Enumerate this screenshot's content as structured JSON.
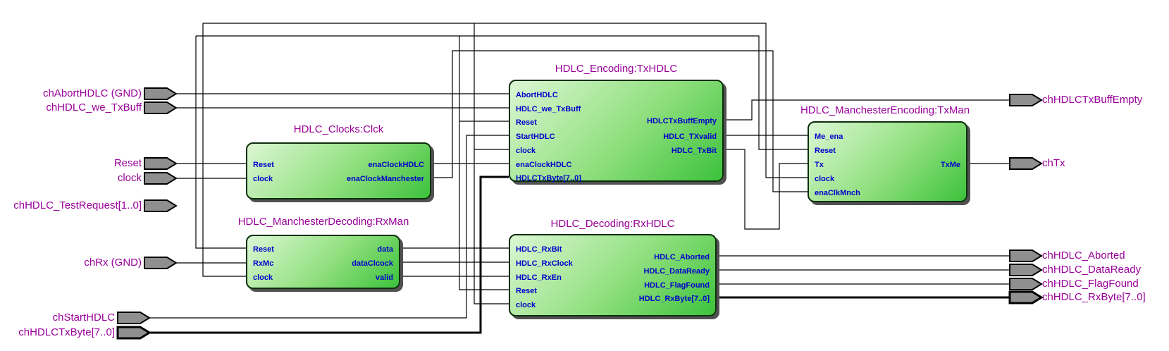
{
  "colors": {
    "background": "#ffffff",
    "pin_label": "#990099",
    "block_title": "#990099",
    "port_label": "#0000cc",
    "block_fill_light": "#dcf7d4",
    "block_fill_dark": "#3cc23c",
    "pin_fill": "#8f8f8f",
    "wire": "#000000"
  },
  "inputs": {
    "abort_hdlc": "chAbortHDLC (GND)",
    "we_txbuff": "chHDLC_we_TxBuff",
    "reset": "Reset",
    "clock": "clock",
    "test_request": "chHDLC_TestRequest[1..0]",
    "chrx": "chRx (GND)",
    "start_hdlc": "chStartHDLC",
    "txbyte": "chHDLCTxByte[7..0]"
  },
  "outputs": {
    "txbuff_empty": "chHDLCTxBuffEmpty",
    "chtx": "chTx",
    "aborted": "chHDLC_Aborted",
    "data_ready": "chHDLC_DataReady",
    "flag_found": "chHDLC_FlagFound",
    "rxbyte": "chHDLC_RxByte[7..0]"
  },
  "blocks": {
    "clck": {
      "title": "HDLC_Clocks:Clck",
      "inputs": [
        "Reset",
        "clock"
      ],
      "outputs": [
        "enaClockHDLC",
        "enaClockManchester"
      ]
    },
    "txhdlc": {
      "title": "HDLC_Encoding:TxHDLC",
      "inputs": [
        "AbortHDLC",
        "HDLC_we_TxBuff",
        "Reset",
        "StartHDLC",
        "clock",
        "enaClockHDLC",
        "HDLCTxByte[7..0]"
      ],
      "outputs": [
        "HDLCTxBuffEmpty",
        "HDLC_TXvalid",
        "HDLC_TxBit"
      ]
    },
    "rxman": {
      "title": "HDLC_ManchesterDecoding:RxMan",
      "inputs": [
        "Reset",
        "RxMc",
        "clock"
      ],
      "outputs": [
        "data",
        "dataClcock",
        "valid"
      ]
    },
    "rxhdlc": {
      "title": "HDLC_Decoding:RxHDLC",
      "inputs": [
        "HDLC_RxBit",
        "HDLC_RxClock",
        "HDLC_RxEn",
        "Reset",
        "clock"
      ],
      "outputs": [
        "HDLC_Aborted",
        "HDLC_DataReady",
        "HDLC_FlagFound",
        "HDLC_RxByte[7..0]"
      ]
    },
    "txman": {
      "title": "HDLC_ManchesterEncoding:TxMan",
      "inputs": [
        "Me_ena",
        "Reset",
        "Tx",
        "clock",
        "enaClkMnch"
      ],
      "outputs": [
        "TxMe"
      ]
    }
  }
}
